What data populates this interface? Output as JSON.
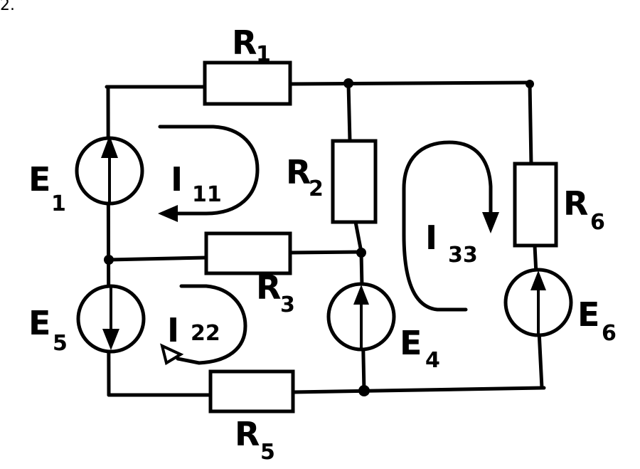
{
  "corner_text": "2.",
  "labels": {
    "r1": {
      "main": "R",
      "sub": "1"
    },
    "r2": {
      "main": "R",
      "sub": "2"
    },
    "r3": {
      "main": "R",
      "sub": "3"
    },
    "r5": {
      "main": "R",
      "sub": "5"
    },
    "r6": {
      "main": "R",
      "sub": "6"
    },
    "e1": {
      "main": "E",
      "sub": "1"
    },
    "e4": {
      "main": "E",
      "sub": "4"
    },
    "e5": {
      "main": "E",
      "sub": "5"
    },
    "e6": {
      "main": "E",
      "sub": "6"
    },
    "i11": {
      "main": "I",
      "sub": "11"
    },
    "i22": {
      "main": "I",
      "sub": "22"
    },
    "i33": {
      "main": "I",
      "sub": "33"
    }
  }
}
